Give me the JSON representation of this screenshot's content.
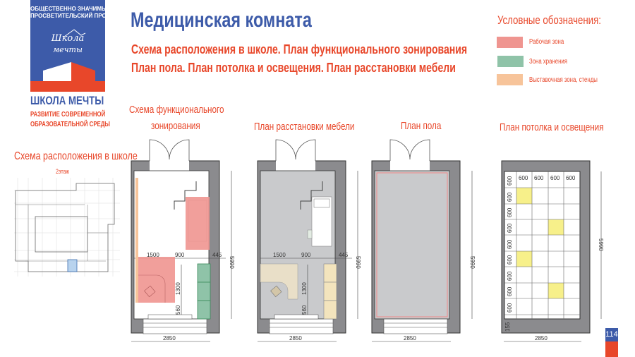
{
  "logo": {
    "line1": "ОБЩЕСТВЕННО ЗНАЧИМЫЙ",
    "line2": "ПРОСВЕТИТЕЛЬСКИЙ ПРОЕКТ",
    "script1": "Школа",
    "script2": "мечты",
    "name": "ШКОЛА МЕЧТЫ",
    "tag1": "РАЗВИТИЕ СОВРЕМЕННОЙ",
    "tag2": "ОБРАЗОВАТЕЛЬНОЙ СРЕДЫ"
  },
  "title": "Медицинская комната",
  "subtitle1": "Схема расположения в школе. План функционального зонирования",
  "subtitle2": "План пола. План потолка и освещения. План расстановки мебели",
  "legend": {
    "title": "Условные обозначения:",
    "items": [
      {
        "label": "Рабочая зона",
        "color": "#ef9590"
      },
      {
        "label": "Зона хранения",
        "color": "#8fc3a8"
      },
      {
        "label": "Выставочная зона, стенды",
        "color": "#f7c49a"
      }
    ]
  },
  "location": {
    "title": "Схема расположения в школе",
    "floor": "2этаж"
  },
  "plans": [
    {
      "title1": "Схема функционального",
      "title2": "зонирования",
      "w": "2850",
      "h": "5990",
      "d1": "1500",
      "d2": "900",
      "d3": "445",
      "v1": "1300",
      "v2": "560"
    },
    {
      "title1": "План расстановки мебели",
      "w": "2850",
      "h": "5990",
      "d1": "1500",
      "d2": "900",
      "d3": "445",
      "v1": "1300",
      "v2": "560"
    },
    {
      "title1": "План пола",
      "w": "2850",
      "h": "5990"
    },
    {
      "title1": "План потолка и освещения",
      "w": "2850",
      "h": "5990",
      "cell": "600",
      "edge": "155"
    }
  ],
  "page_number": "114",
  "colors": {
    "blue": "#3d5ba9",
    "accent": "#e8472a",
    "wall": "#8b8b8e",
    "floor": "#c9cacc"
  }
}
